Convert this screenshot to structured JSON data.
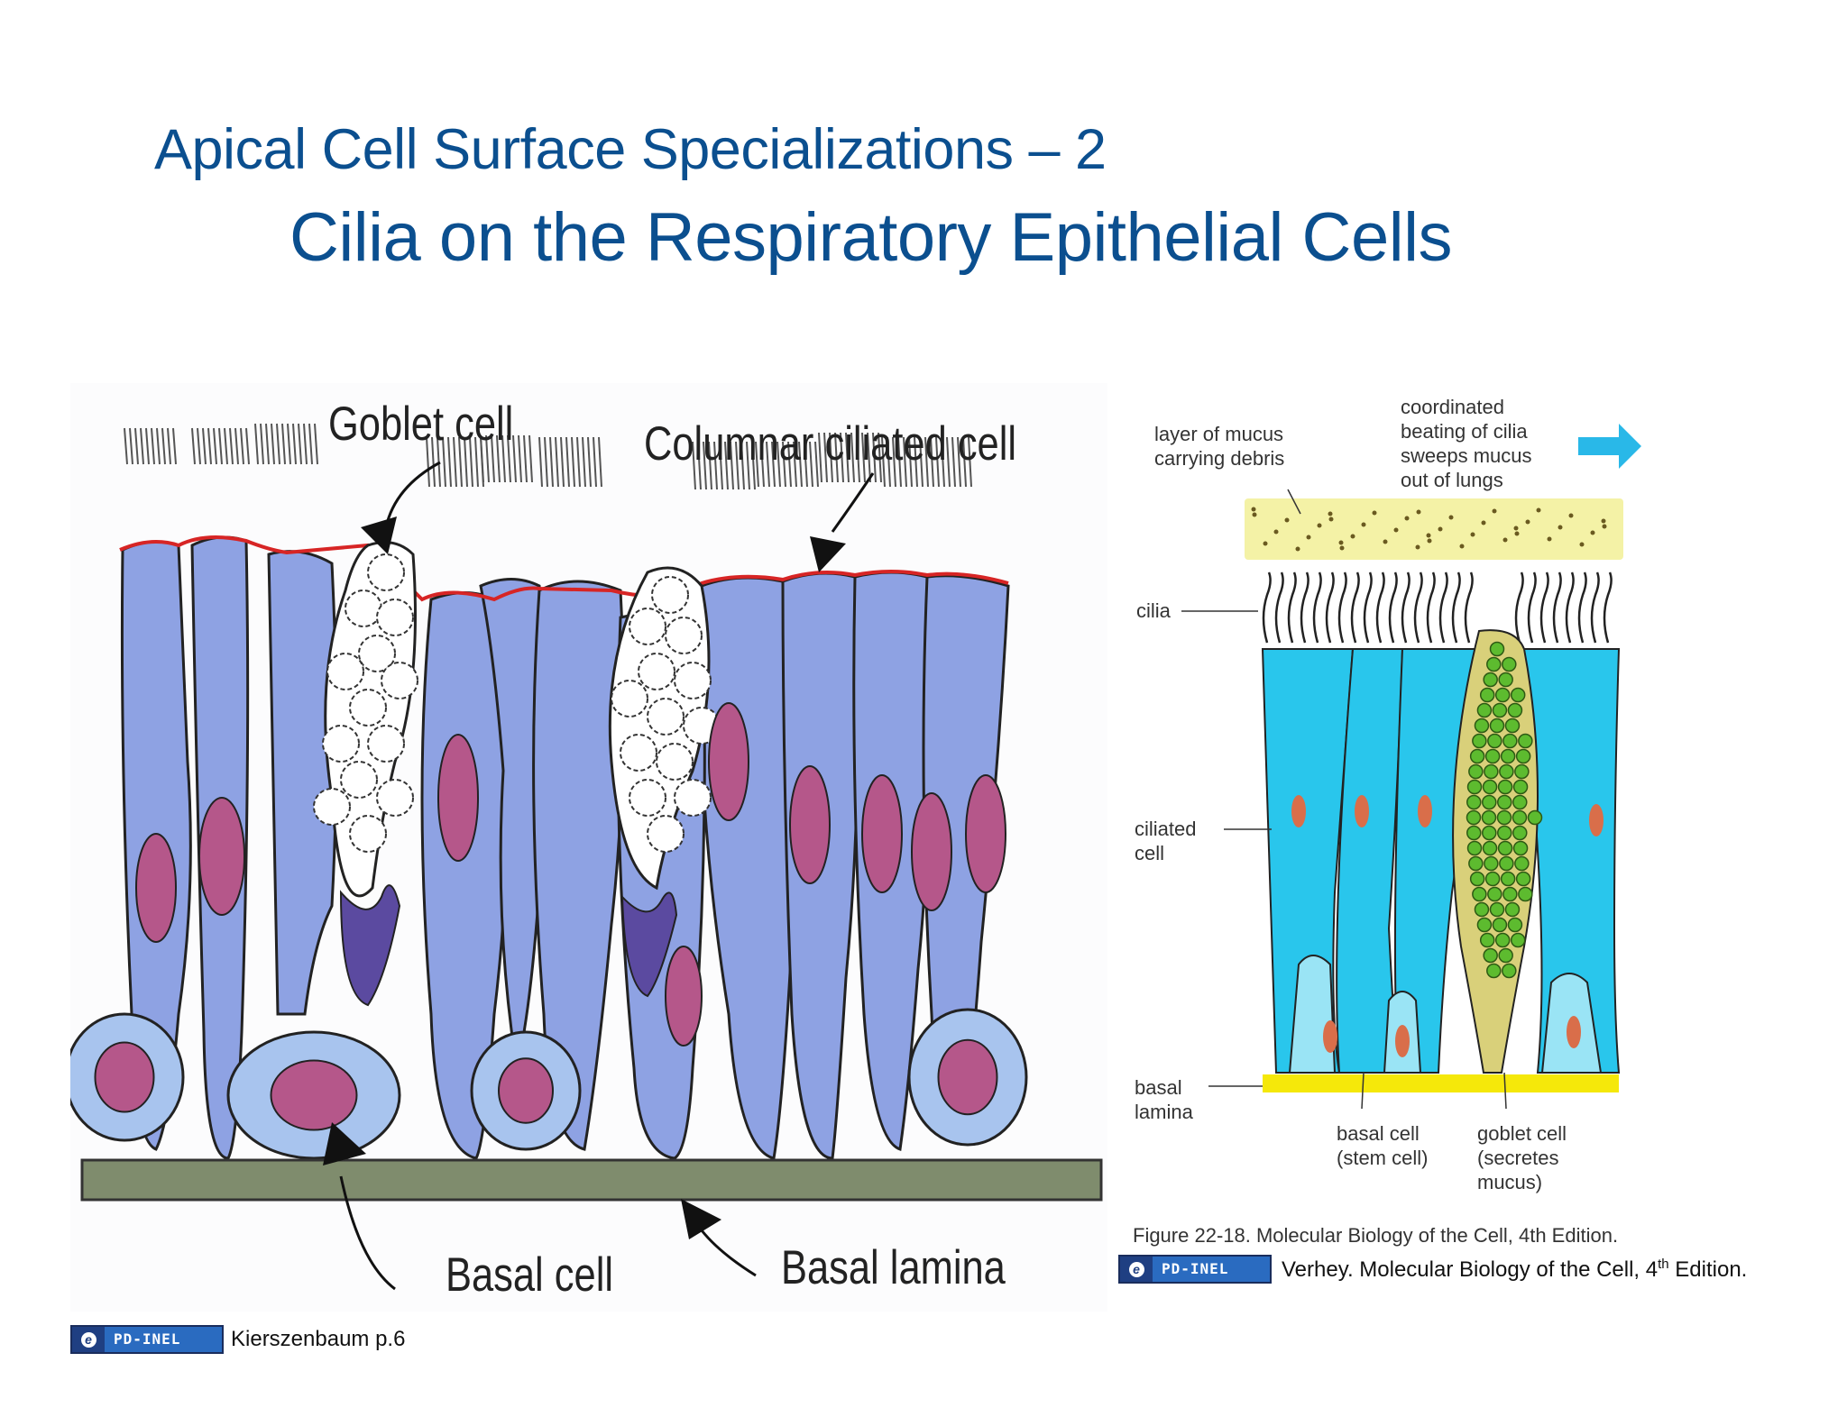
{
  "title_line1": "Apical Cell Surface Specializations – 2",
  "title_line2": "Cilia  on the Respiratory Epithelial Cells",
  "left_figure": {
    "labels": {
      "goblet": "Goblet cell",
      "columnar": "Columnar ciliated cell",
      "basal_cell": "Basal cell",
      "basal_lamina": "Basal lamina"
    },
    "colors": {
      "cell": "#8ea2e3",
      "basal_cell": "#a8c4ee",
      "nucleus": "#b5578a",
      "lamina": "#7f8c6d",
      "apical_border": "#d72525"
    }
  },
  "right_figure": {
    "labels": {
      "mucus": "layer of mucus\ncarrying debris",
      "coordinated": "coordinated\nbeating of cilia\nsweeps mucus\nout of lungs",
      "cilia": "cilia",
      "ciliated": "ciliated\ncell",
      "basal_lamina": "basal\nlamina",
      "basal_cell": "basal cell\n(stem cell)",
      "goblet_cell": "goblet cell\n(secretes\nmucus)",
      "caption": "Figure 22-18. Molecular Biology of the Cell, 4th Edition."
    },
    "colors": {
      "cell": "#29c6ec",
      "mucus": "#f4f2a6",
      "granule": "#5dbb2f",
      "lamina": "#f5e80a",
      "nucleus": "#d96e4a"
    }
  },
  "credits": {
    "badge_text": "PD-INEL",
    "right_text_pre": "Verhey. Molecular Biology of the Cell, 4",
    "right_text_sup": "th",
    "right_text_post": " Edition.",
    "left_text": "Kierszenbaum p.6"
  }
}
